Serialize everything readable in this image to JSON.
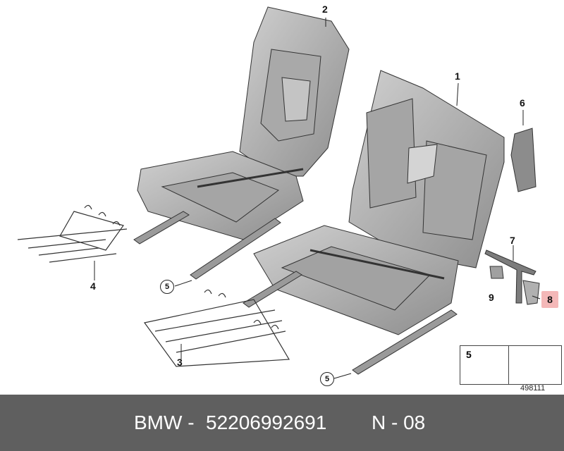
{
  "callouts": {
    "c1": "1",
    "c2": "2",
    "c3": "3",
    "c4": "4",
    "c5a": "5",
    "c5b": "5",
    "c6": "6",
    "c7": "7",
    "c8": "8",
    "c9": "9"
  },
  "legend": {
    "number": "5",
    "diagram_id": "498111"
  },
  "footer": {
    "brand": "BMW -",
    "part_number": "52206992691",
    "reference": "N - 08"
  },
  "colors": {
    "footer_bg": "#5f5f5f",
    "highlight": "#f4b8b8",
    "part_fill": "#b8b8b8"
  }
}
